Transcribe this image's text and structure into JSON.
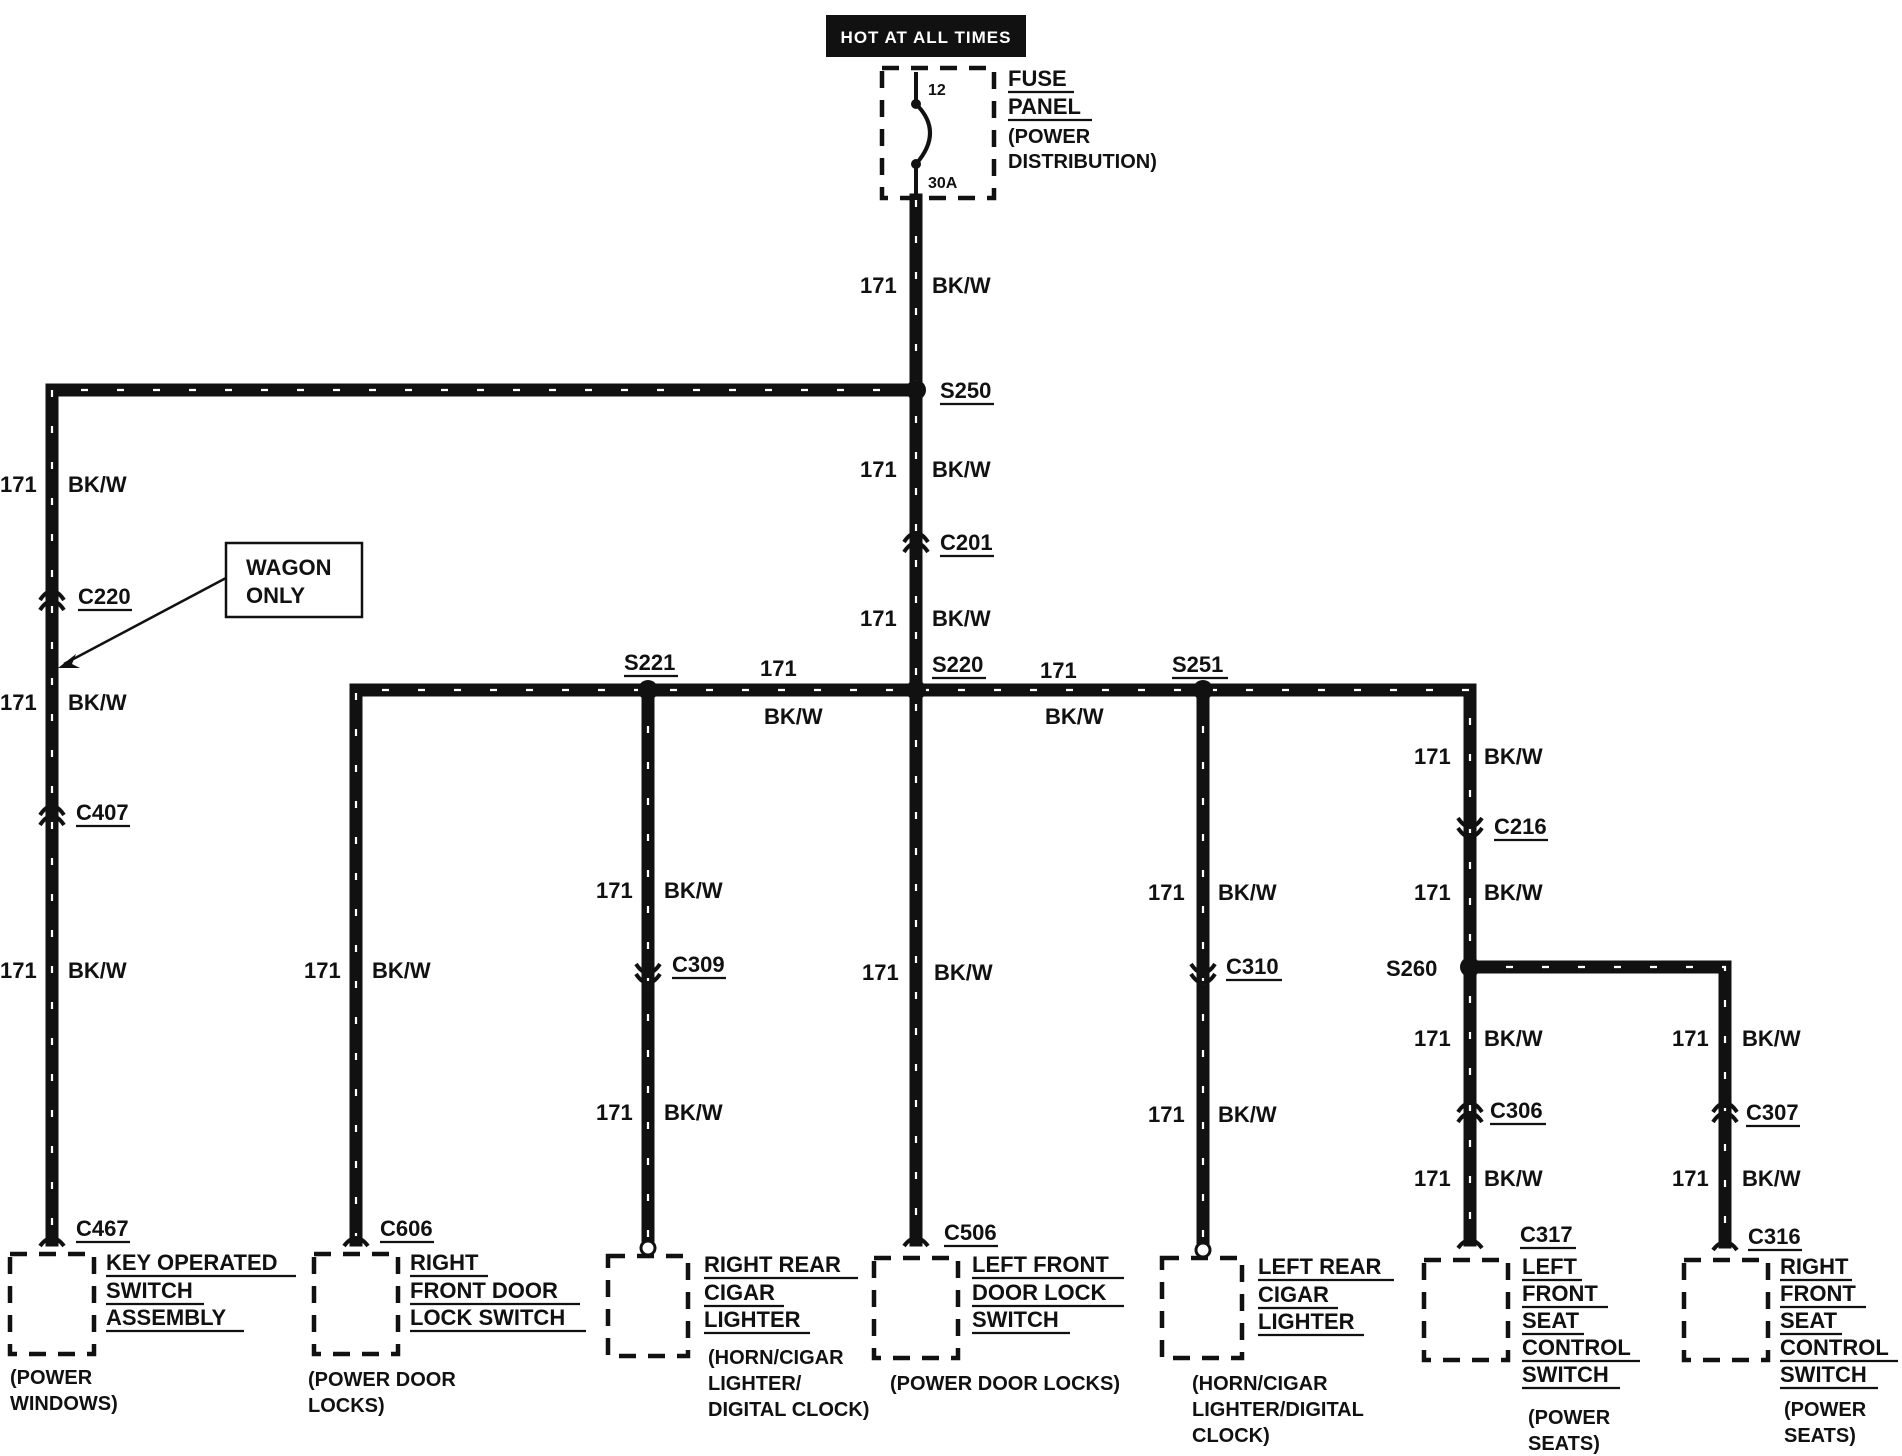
{
  "hot_label": "HOT AT ALL TIMES",
  "fuse": {
    "number": "12",
    "rating": "30A",
    "name_line1": "FUSE",
    "name_line2": "PANEL",
    "sub_line1": "(POWER",
    "sub_line2": "DISTRIBUTION)"
  },
  "wire": {
    "circuit": "171",
    "color": "BK/W"
  },
  "note": {
    "line1": "WAGON",
    "line2": "ONLY"
  },
  "splices": {
    "s250": "S250",
    "s220": "S220",
    "s221": "S221",
    "s251": "S251",
    "s260": "S260"
  },
  "connectors": {
    "c201": "C201",
    "c220": "C220",
    "c407": "C407",
    "c467": "C467",
    "c606": "C606",
    "c309": "C309",
    "c506": "C506",
    "c310": "C310",
    "c216": "C216",
    "c306": "C306",
    "c317": "C317",
    "c307": "C307",
    "c316": "C316"
  },
  "components": {
    "key_switch": {
      "lines": [
        "KEY OPERATED",
        "SWITCH",
        "ASSEMBLY"
      ],
      "sub": [
        "(POWER",
        "WINDOWS)"
      ]
    },
    "rf_door_lock": {
      "lines": [
        "RIGHT",
        "FRONT DOOR",
        "LOCK SWITCH"
      ],
      "sub": [
        "(POWER DOOR",
        "LOCKS)"
      ]
    },
    "rr_cigar": {
      "lines": [
        "RIGHT REAR",
        "CIGAR",
        "LIGHTER"
      ],
      "sub": [
        "(HORN/CIGAR",
        "LIGHTER/",
        "DIGITAL CLOCK)"
      ]
    },
    "lf_door_lock": {
      "lines": [
        "LEFT FRONT",
        "DOOR LOCK",
        "SWITCH"
      ],
      "sub": [
        "(POWER DOOR LOCKS)"
      ]
    },
    "lr_cigar": {
      "lines": [
        "LEFT REAR",
        "CIGAR",
        "LIGHTER"
      ],
      "sub": [
        "(HORN/CIGAR",
        "LIGHTER/DIGITAL",
        "CLOCK)"
      ]
    },
    "lf_seat": {
      "lines": [
        "LEFT",
        "FRONT",
        "SEAT",
        "CONTROL",
        "SWITCH"
      ],
      "sub": [
        "(POWER",
        "SEATS)"
      ]
    },
    "rf_seat": {
      "lines": [
        "RIGHT",
        "FRONT",
        "SEAT",
        "CONTROL",
        "SWITCH"
      ],
      "sub": [
        "(POWER",
        "SEATS)"
      ]
    }
  }
}
